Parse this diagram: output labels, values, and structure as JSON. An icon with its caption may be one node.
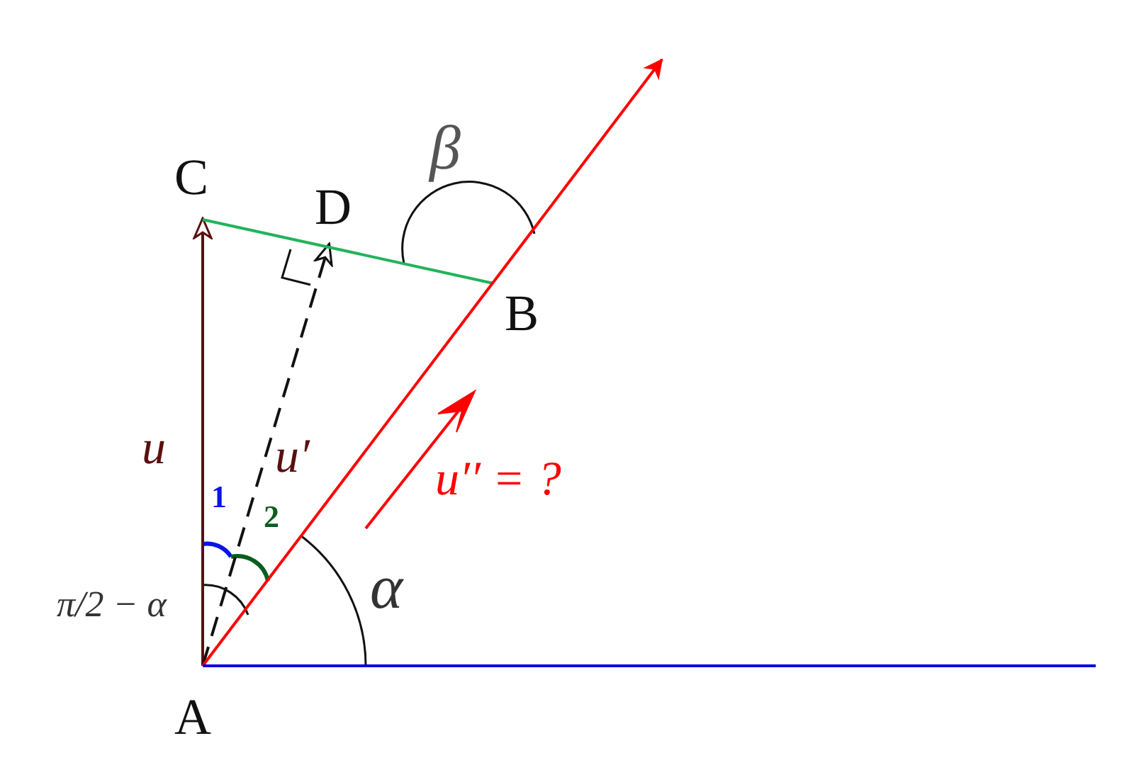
{
  "diagram": {
    "nodes": [
      {
        "text": [
          "A"
        ]
      },
      {
        "text": [
          "B"
        ]
      },
      {
        "text": [
          "C"
        ]
      },
      {
        "text": [
          "D"
        ]
      }
    ],
    "edges": [
      {
        "from": 0,
        "to": 2,
        "arrow": "to",
        "color": "#5a0f0f"
      },
      {
        "from": 0,
        "to": 3,
        "arrow": "to",
        "style": "dashed",
        "color": "#111111"
      },
      {
        "from": 2,
        "to": 1,
        "arrow": "none",
        "color": "#22b35a"
      },
      {
        "from": 0,
        "to": null,
        "arrow": "to",
        "color": "#ff0000"
      },
      {
        "from": 0,
        "to": null,
        "arrow": "none",
        "color": "#0000e0"
      }
    ],
    "labels": [
      "u",
      "u′",
      "1",
      "2",
      "π/2 − α",
      "α",
      "β",
      "u′′ = ?"
    ]
  }
}
